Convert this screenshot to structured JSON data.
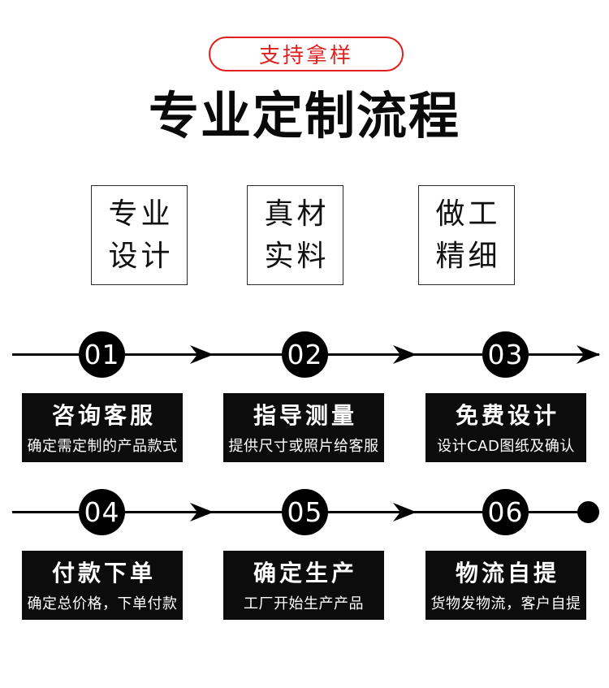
{
  "badge": {
    "label": "支持拿样"
  },
  "title": "专业定制流程",
  "features": [
    {
      "line1": "专业",
      "line2": "设计"
    },
    {
      "line1": "真材",
      "line2": "实料"
    },
    {
      "line1": "做工",
      "line2": "精细"
    }
  ],
  "steps": [
    {
      "number": "01",
      "title": "咨询客服",
      "desc": "确定需定制的产品款式"
    },
    {
      "number": "02",
      "title": "指导测量",
      "desc": "提供尺寸或照片给客服"
    },
    {
      "number": "03",
      "title": "免费设计",
      "desc": "设计CAD图纸及确认"
    },
    {
      "number": "04",
      "title": "付款下单",
      "desc": "确定总价格，下单付款"
    },
    {
      "number": "05",
      "title": "确定生产",
      "desc": "工厂开始生产产品"
    },
    {
      "number": "06",
      "title": "物流自提",
      "desc": "货物发物流，客户自提"
    }
  ],
  "colors": {
    "accent_red": "#e01f1f",
    "step_bg": "#0c0c0c",
    "line_black": "#000000",
    "text_white": "#ffffff"
  }
}
